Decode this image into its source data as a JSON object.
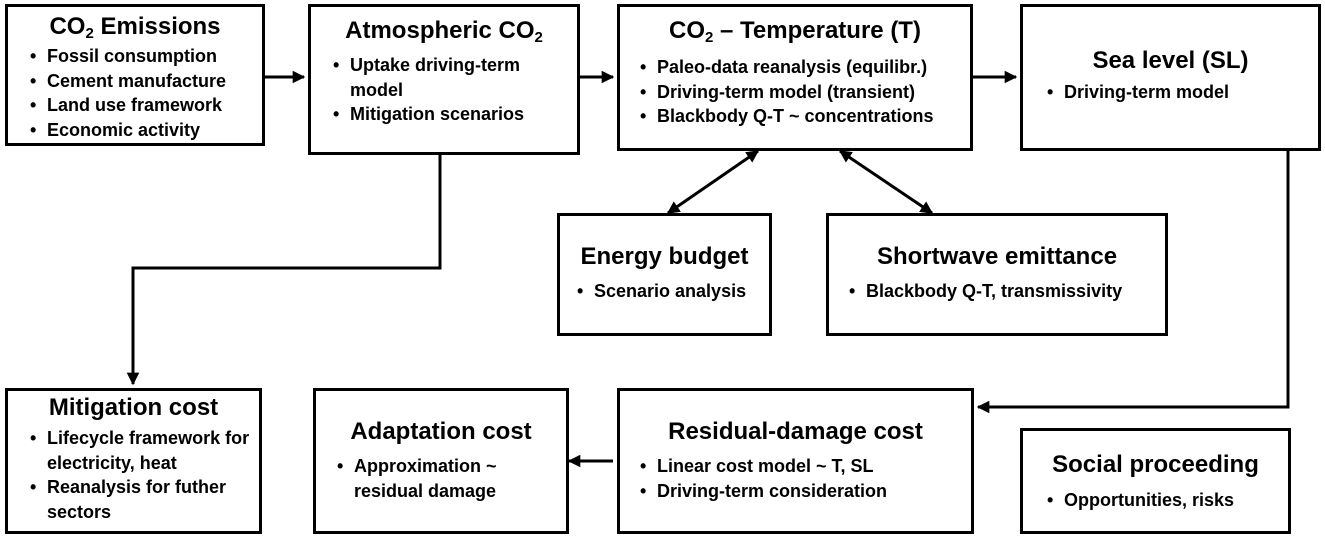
{
  "boxes": {
    "co2_emissions": {
      "title_main": "CO",
      "title_sub": "2",
      "title_rest": " Emissions",
      "items": [
        "Fossil consumption",
        "Cement manufacture",
        "Land use framework",
        "Economic activity"
      ]
    },
    "atmospheric_co2": {
      "title_main": "Atmospheric CO",
      "title_sub": "2",
      "items": [
        "Uptake driving-term model",
        "Mitigation scenarios"
      ]
    },
    "co2_temperature": {
      "title_main": "CO",
      "title_sub": "2",
      "title_rest": " – Temperature (T)",
      "items": [
        "Paleo-data reanalysis (equilibr.)",
        "Driving-term model (transient)",
        "Blackbody Q-T ~ concentrations"
      ]
    },
    "sea_level": {
      "title": "Sea level (SL)",
      "items": [
        "Driving-term model"
      ]
    },
    "energy_budget": {
      "title": "Energy budget",
      "items": [
        "Scenario analysis"
      ]
    },
    "shortwave_emittance": {
      "title": "Shortwave emittance",
      "items": [
        "Blackbody Q-T, transmissivity"
      ]
    },
    "mitigation_cost": {
      "title": "Mitigation cost",
      "items": [
        "Lifecycle framework for electricity, heat",
        "Reanalysis for futher sectors"
      ]
    },
    "adaptation_cost": {
      "title": "Adaptation cost",
      "items": [
        "Approximation ~ residual damage"
      ]
    },
    "residual_damage_cost": {
      "title": "Residual-damage cost",
      "items": [
        "Linear cost model ~ T, SL",
        "Driving-term consideration"
      ]
    },
    "social_proceeding": {
      "title": "Social proceeding",
      "items": [
        "Opportunities, risks"
      ]
    }
  },
  "edges": [
    {
      "from": "co2_emissions",
      "to": "atmospheric_co2"
    },
    {
      "from": "atmospheric_co2",
      "to": "co2_temperature"
    },
    {
      "from": "co2_temperature",
      "to": "sea_level"
    },
    {
      "from": "co2_temperature",
      "to": "energy_budget",
      "bidirectional": true
    },
    {
      "from": "co2_temperature",
      "to": "shortwave_emittance",
      "bidirectional": true
    },
    {
      "from": "atmospheric_co2",
      "to": "mitigation_cost"
    },
    {
      "from": "sea_level",
      "to": "residual_damage_cost"
    },
    {
      "from": "residual_damage_cost",
      "to": "adaptation_cost"
    }
  ]
}
